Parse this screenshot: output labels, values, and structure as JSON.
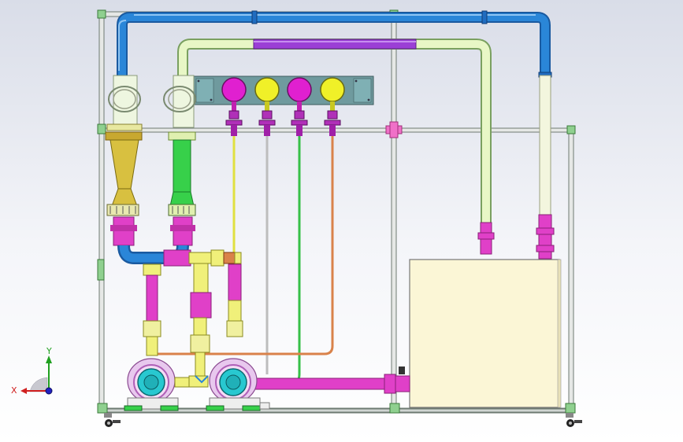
{
  "triad": {
    "x_label": "X",
    "y_label": "Y"
  },
  "colors": {
    "background_top": "#d9dde8",
    "frame": "#e6e8e6",
    "frame_edge": "#6e7a72",
    "blue_pipe": "#2a86d8",
    "purple_pipe": "#9b3fd6",
    "green_pipe": "#37d04a",
    "pale_green_pipe": "#e8f7c6",
    "yellow_pipe": "#f0f07a",
    "magenta_pipe": "#e040c8",
    "orange_pipe": "#d9824a",
    "gauge_panel": "#6f9a9e",
    "gauge_magenta": "#e020d0",
    "gauge_yellow": "#f0f028",
    "tank": "#fbf6d6",
    "pump_body": "#e8c8ee",
    "pump_impeller": "#28c8d0",
    "venturi_gold": "#d8c040"
  },
  "gauges": [
    {
      "name": "pressure-gauge-1",
      "color": "magenta"
    },
    {
      "name": "pressure-gauge-2",
      "color": "yellow"
    },
    {
      "name": "pressure-gauge-3",
      "color": "magenta"
    },
    {
      "name": "pressure-gauge-4",
      "color": "yellow"
    }
  ],
  "components": {
    "frame": "support-frame",
    "tank": "water-tank",
    "pumps": [
      "left-centrifugal-pump",
      "right-centrifugal-pump"
    ],
    "flowmeters": [
      "venturi-meter",
      "orifice-meter"
    ]
  }
}
